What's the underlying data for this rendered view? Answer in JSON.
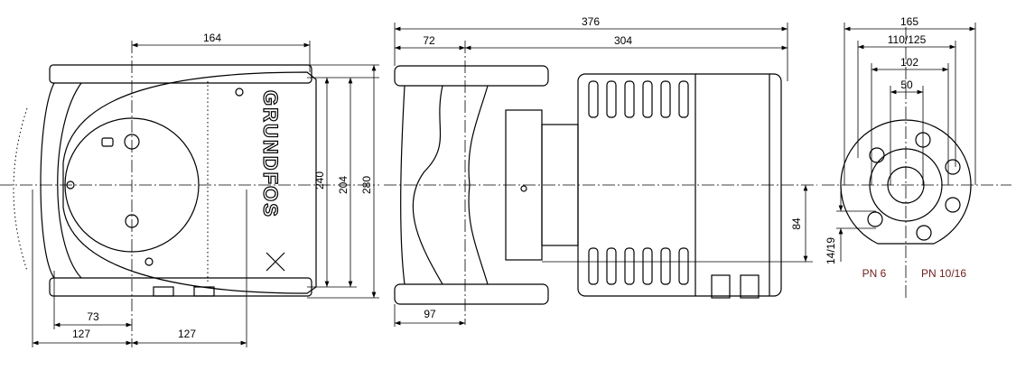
{
  "brand_logo": "GRUNDFOS",
  "front_view": {
    "dims": {
      "width_top": "164",
      "height_240": "240",
      "height_204": "204",
      "height_280": "280",
      "offset_73": "73",
      "left_127": "127",
      "right_127": "127"
    }
  },
  "side_view": {
    "dims": {
      "total_length": "376",
      "flange": "72",
      "motor": "304",
      "bottom_97": "97",
      "axis_84": "84"
    }
  },
  "flange_view": {
    "dims": {
      "outer_165": "165",
      "bolt_circle": "110/125",
      "d_102": "102",
      "d_50": "50",
      "holes": "14/19"
    },
    "labels": {
      "pn_left": "PN 6",
      "pn_right": "PN 10/16"
    }
  },
  "colors": {
    "line": "#000000",
    "pn_label": "#6e1d1d"
  }
}
